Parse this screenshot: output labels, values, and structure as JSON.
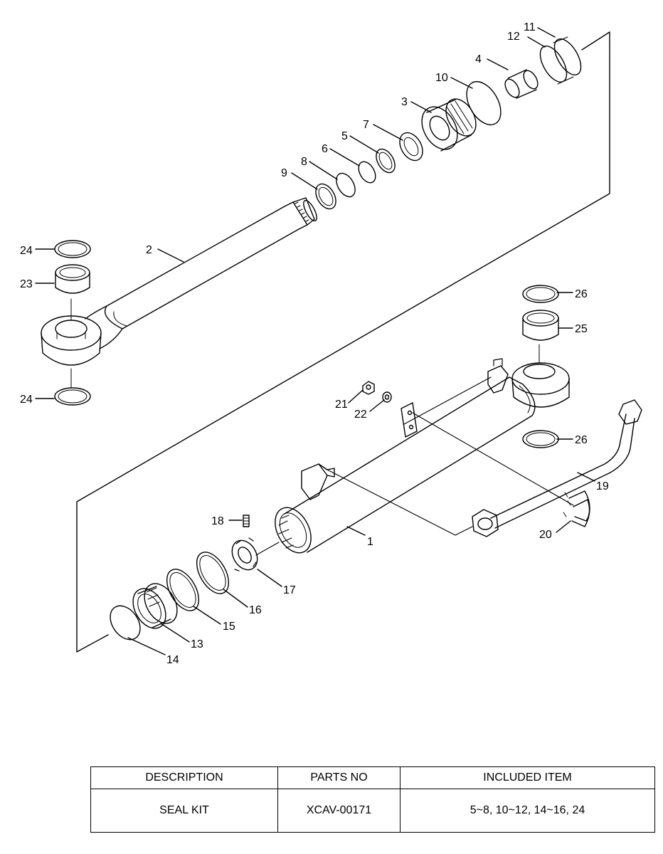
{
  "callouts": [
    "1",
    "2",
    "3",
    "4",
    "5",
    "6",
    "7",
    "8",
    "9",
    "10",
    "11",
    "12",
    "13",
    "14",
    "15",
    "16",
    "17",
    "18",
    "19",
    "20",
    "21",
    "22",
    "23",
    "24",
    "24",
    "25",
    "26",
    "26"
  ],
  "table": {
    "headers": [
      "DESCRIPTION",
      "PARTS NO",
      "INCLUDED ITEM"
    ],
    "row": {
      "description": "SEAL KIT",
      "parts_no": "XCAV-00171",
      "included_item": "5~8, 10~12, 14~16, 24"
    }
  }
}
